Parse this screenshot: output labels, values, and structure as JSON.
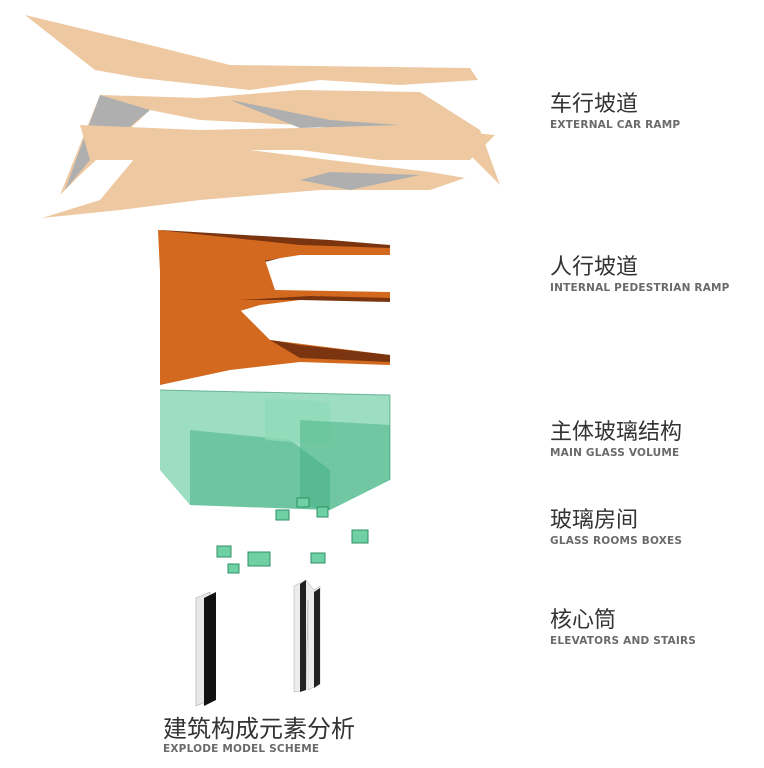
{
  "layers": [
    {
      "cn": "车行坡道",
      "en": "EXTERNAL CAR RAMP"
    },
    {
      "cn": "人行坡道",
      "en": "INTERNAL PEDESTRIAN RAMP"
    },
    {
      "cn": "主体玻璃结构",
      "en": "MAIN GLASS VOLUME"
    },
    {
      "cn": "玻璃房间",
      "en": "GLASS ROOMS BOXES"
    },
    {
      "cn": "核心筒",
      "en": "ELEVATORS AND STAIRS"
    }
  ],
  "title": {
    "cn": "建筑构成元素分析",
    "en": "EXPLODE MODEL SCHEME"
  },
  "colors": {
    "car_ramp": "#e8b27a",
    "car_ramp_shadow": "#8e8e8e",
    "ped_ramp": "#d2691e",
    "ped_ramp_dark": "#7a3510",
    "glass": "#5cc79a",
    "core": "#e6e6e6"
  }
}
